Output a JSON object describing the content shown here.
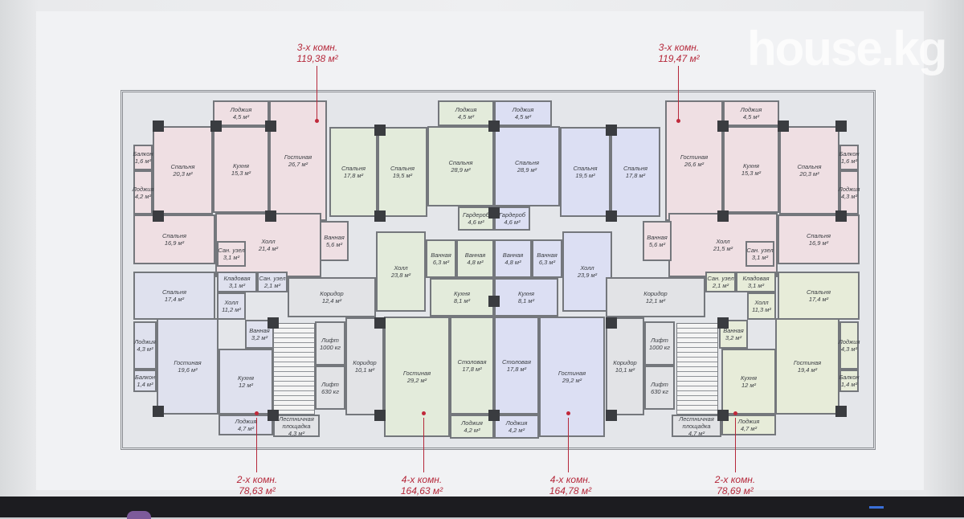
{
  "headers": {
    "top_left": {
      "type": "3-х комн.",
      "area": "119,38 м²"
    },
    "top_right": {
      "type": "3-х комн.",
      "area": "119,47 м²"
    },
    "bottom_1": {
      "type": "2-х комн.",
      "area": "78,63 м²"
    },
    "bottom_2": {
      "type": "4-х комн.",
      "area": "164,63 м²"
    },
    "bottom_3": {
      "type": "4-х комн.",
      "area": "164,78 м²"
    },
    "bottom_4": {
      "type": "2-х комн.",
      "area": "78,69 м²"
    }
  },
  "watermark": "house.kg",
  "colors": {
    "accent": "#b5283a",
    "apt3": "#efdfe3",
    "apt2l": "#dfe1ee",
    "apt4l": "#e3ebdb",
    "apt4r": "#dcdff3",
    "apt2r": "#e7ecd9",
    "common": "#e2e3e6"
  },
  "apartments": {
    "a3l": [
      {
        "name": "Лоджия",
        "area": "4,5 м²"
      },
      {
        "name": "Гостиная",
        "area": "26,7 м²"
      },
      {
        "name": "Кухня",
        "area": "15,3 м²"
      },
      {
        "name": "Спальня",
        "area": "20,3 м²"
      },
      {
        "name": "Балкон",
        "area": "1,6 м²"
      },
      {
        "name": "Лоджия",
        "area": "4,2 м²"
      },
      {
        "name": "Спальня",
        "area": "16,9 м²"
      },
      {
        "name": "Холл",
        "area": "21,4 м²"
      },
      {
        "name": "Сан. узел",
        "area": "3,1 м²"
      },
      {
        "name": "Ванная",
        "area": "5,6 м²"
      }
    ],
    "a2l": [
      {
        "name": "Спальня",
        "area": "17,4 м²"
      },
      {
        "name": "Кладовая",
        "area": "3,1 м²"
      },
      {
        "name": "Сан. узел",
        "area": "2,1 м²"
      },
      {
        "name": "Холл",
        "area": "11,2 м²"
      },
      {
        "name": "Гостиная",
        "area": "19,6 м²"
      },
      {
        "name": "Лоджия",
        "area": "4,3 м²"
      },
      {
        "name": "Балкон",
        "area": "1,4 м²"
      },
      {
        "name": "Ванная",
        "area": "3,2 м²"
      },
      {
        "name": "Кухня",
        "area": "12 м²"
      },
      {
        "name": "Лоджия",
        "area": "4,7 м²"
      }
    ],
    "a4l": [
      {
        "name": "Спальня",
        "area": "17,8 м²"
      },
      {
        "name": "Спальня",
        "area": "19,5 м²"
      },
      {
        "name": "Лоджия",
        "area": "4,5 м²"
      },
      {
        "name": "Спальня",
        "area": "28,9 м²"
      },
      {
        "name": "Гардероб",
        "area": "4,6 м²"
      },
      {
        "name": "Ванная",
        "area": "6,3 м²"
      },
      {
        "name": "Ванная",
        "area": "4,8 м²"
      },
      {
        "name": "Холл",
        "area": "23,8 м²"
      },
      {
        "name": "Кухня",
        "area": "8,1 м²"
      },
      {
        "name": "Столовая",
        "area": "17,8 м²"
      },
      {
        "name": "Гостиная",
        "area": "29,2 м²"
      },
      {
        "name": "Лоджия",
        "area": "4,2 м²"
      }
    ],
    "a4r": [
      {
        "name": "Лоджия",
        "area": "4,5 м²"
      },
      {
        "name": "Спальня",
        "area": "28,9 м²"
      },
      {
        "name": "Гардероб",
        "area": "4,6 м²"
      },
      {
        "name": "Ванная",
        "area": "4,8 м²"
      },
      {
        "name": "Ванная",
        "area": "6,3 м²"
      },
      {
        "name": "Кухня",
        "area": "8,1 м²"
      },
      {
        "name": "Столовая",
        "area": "17,8 м²"
      },
      {
        "name": "Лоджия",
        "area": "4,2 м²"
      },
      {
        "name": "Холл",
        "area": "23,9 м²"
      },
      {
        "name": "Спальня",
        "area": "19,5 м²"
      },
      {
        "name": "Спальня",
        "area": "17,8 м²"
      },
      {
        "name": "Гостиная",
        "area": "29,2 м²"
      }
    ],
    "a3r": [
      {
        "name": "Гостиная",
        "area": "26,6 м²"
      },
      {
        "name": "Лоджия",
        "area": "4,5 м²"
      },
      {
        "name": "Кухня",
        "area": "15,3 м²"
      },
      {
        "name": "Спальня",
        "area": "20,3 м²"
      },
      {
        "name": "Балкон",
        "area": "1,6 м²"
      },
      {
        "name": "Лоджия",
        "area": "4,3 м²"
      },
      {
        "name": "Холл",
        "area": "21,5 м²"
      },
      {
        "name": "Ванная",
        "area": "5,6 м²"
      },
      {
        "name": "Сан. узел",
        "area": "3,1 м²"
      },
      {
        "name": "Спальня",
        "area": "16,9 м²"
      }
    ],
    "a2r": [
      {
        "name": "Сан. узел",
        "area": "2,1 м²"
      },
      {
        "name": "Кладовая",
        "area": "3,1 м²"
      },
      {
        "name": "Холл",
        "area": "11,3 м²"
      },
      {
        "name": "Спальня",
        "area": "17,4 м²"
      },
      {
        "name": "Ванная",
        "area": "3,2 м²"
      },
      {
        "name": "Гостиная",
        "area": "19,4 м²"
      },
      {
        "name": "Лоджия",
        "area": "4,3 м²"
      },
      {
        "name": "Балкон",
        "area": "1,4 м²"
      },
      {
        "name": "Кухня",
        "area": "12 м²"
      },
      {
        "name": "Лоджия",
        "area": "4,7 м²"
      }
    ],
    "common": [
      {
        "name": "Коридор",
        "area": "12,4 м²"
      },
      {
        "name": "Коридор",
        "area": "10,1 м²"
      },
      {
        "name": "Лифт",
        "area": "1000 кг"
      },
      {
        "name": "Лифт",
        "area": "630 кг"
      },
      {
        "name": "Лестничная площадка",
        "area": "4,3 м²"
      },
      {
        "name": "Коридор",
        "area": "12,1 м²"
      },
      {
        "name": "Коридор",
        "area": "10,1 м²"
      },
      {
        "name": "Лифт",
        "area": "1000 кг"
      },
      {
        "name": "Лифт",
        "area": "630 кг"
      },
      {
        "name": "Лестничная площадка",
        "area": "4,7 м²"
      }
    ]
  }
}
